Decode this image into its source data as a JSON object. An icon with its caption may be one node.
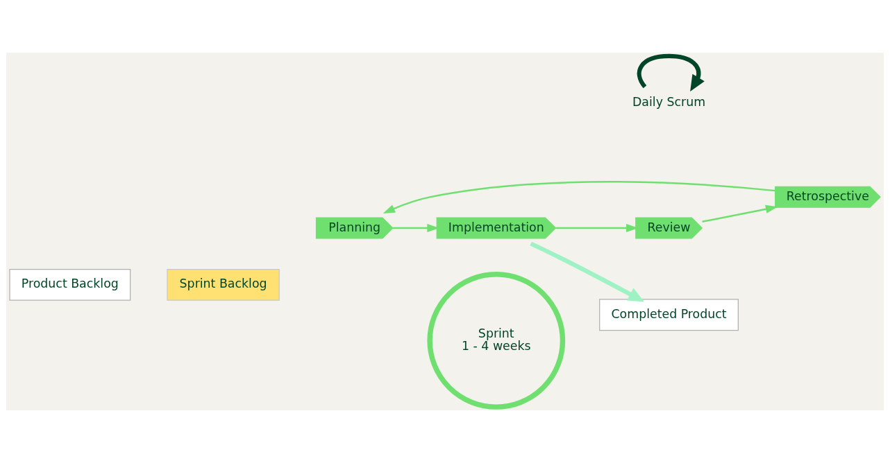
{
  "diagram": {
    "nodes": [
      {
        "text": [
          "Product Backlog"
        ]
      },
      {
        "text": [
          "Sprint Backlog"
        ]
      },
      {
        "text": [
          "Planning"
        ]
      },
      {
        "text": [
          "Implementation"
        ]
      },
      {
        "text": [
          "Review"
        ]
      },
      {
        "text": [
          "Retrospective"
        ]
      },
      {
        "text": [
          "Sprint",
          "1 - 4 weeks"
        ]
      },
      {
        "text": [
          "Daily Scrum"
        ]
      },
      {
        "text": [
          "Completed Product"
        ]
      }
    ],
    "edges": [
      {
        "from": 2,
        "to": 3,
        "arrow": "to"
      },
      {
        "from": 3,
        "to": 4,
        "arrow": "to"
      },
      {
        "from": 4,
        "to": 5,
        "arrow": "to"
      },
      {
        "from": 5,
        "to": 2,
        "arrow": "to"
      },
      {
        "from": 7,
        "to": 7,
        "arrow": "to",
        "style": "thick",
        "color": "#004526"
      },
      {
        "from": 3,
        "to": 8,
        "arrow": "to",
        "style": "thick",
        "color": "#9ff2c4"
      }
    ]
  }
}
